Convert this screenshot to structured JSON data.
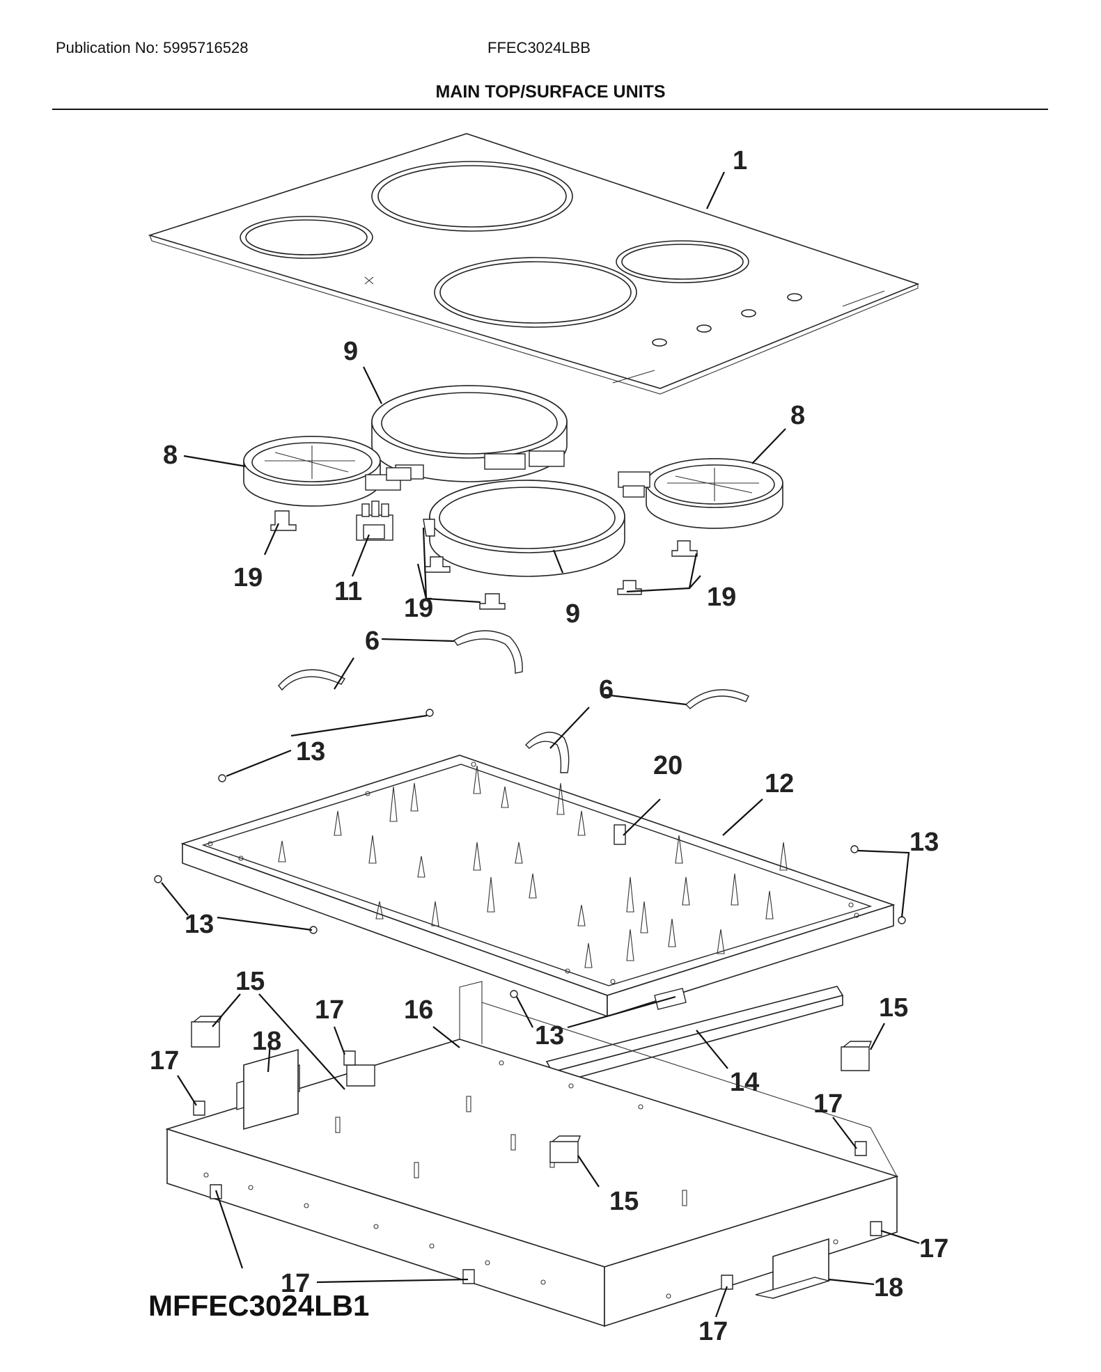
{
  "header": {
    "publication": "Publication No: 5995716528",
    "model": "FFEC3024LBB"
  },
  "section_title": "MAIN TOP/SURFACE UNITS",
  "footer_code": "MFFEC3024LB1",
  "callouts": [
    {
      "id": "c1",
      "label": "1"
    },
    {
      "id": "c9a",
      "label": "9"
    },
    {
      "id": "c8a",
      "label": "8"
    },
    {
      "id": "c8b",
      "label": "8"
    },
    {
      "id": "c19a",
      "label": "19"
    },
    {
      "id": "c11",
      "label": "11"
    },
    {
      "id": "c19b",
      "label": "19"
    },
    {
      "id": "c9b",
      "label": "9"
    },
    {
      "id": "c19c",
      "label": "19"
    },
    {
      "id": "c6a",
      "label": "6"
    },
    {
      "id": "c6b",
      "label": "6"
    },
    {
      "id": "c13a",
      "label": "13"
    },
    {
      "id": "c20",
      "label": "20"
    },
    {
      "id": "c12",
      "label": "12"
    },
    {
      "id": "c13b",
      "label": "13"
    },
    {
      "id": "c13c",
      "label": "13"
    },
    {
      "id": "c13d",
      "label": "13"
    },
    {
      "id": "c15a",
      "label": "15"
    },
    {
      "id": "c17a",
      "label": "17"
    },
    {
      "id": "c16",
      "label": "16"
    },
    {
      "id": "c15b",
      "label": "15"
    },
    {
      "id": "c18a",
      "label": "18"
    },
    {
      "id": "c17b",
      "label": "17"
    },
    {
      "id": "c14",
      "label": "14"
    },
    {
      "id": "c17c",
      "label": "17"
    },
    {
      "id": "c15c",
      "label": "15"
    },
    {
      "id": "c17d",
      "label": "17"
    },
    {
      "id": "c17e",
      "label": "17"
    },
    {
      "id": "c18b",
      "label": "18"
    },
    {
      "id": "c17f",
      "label": "17"
    }
  ]
}
